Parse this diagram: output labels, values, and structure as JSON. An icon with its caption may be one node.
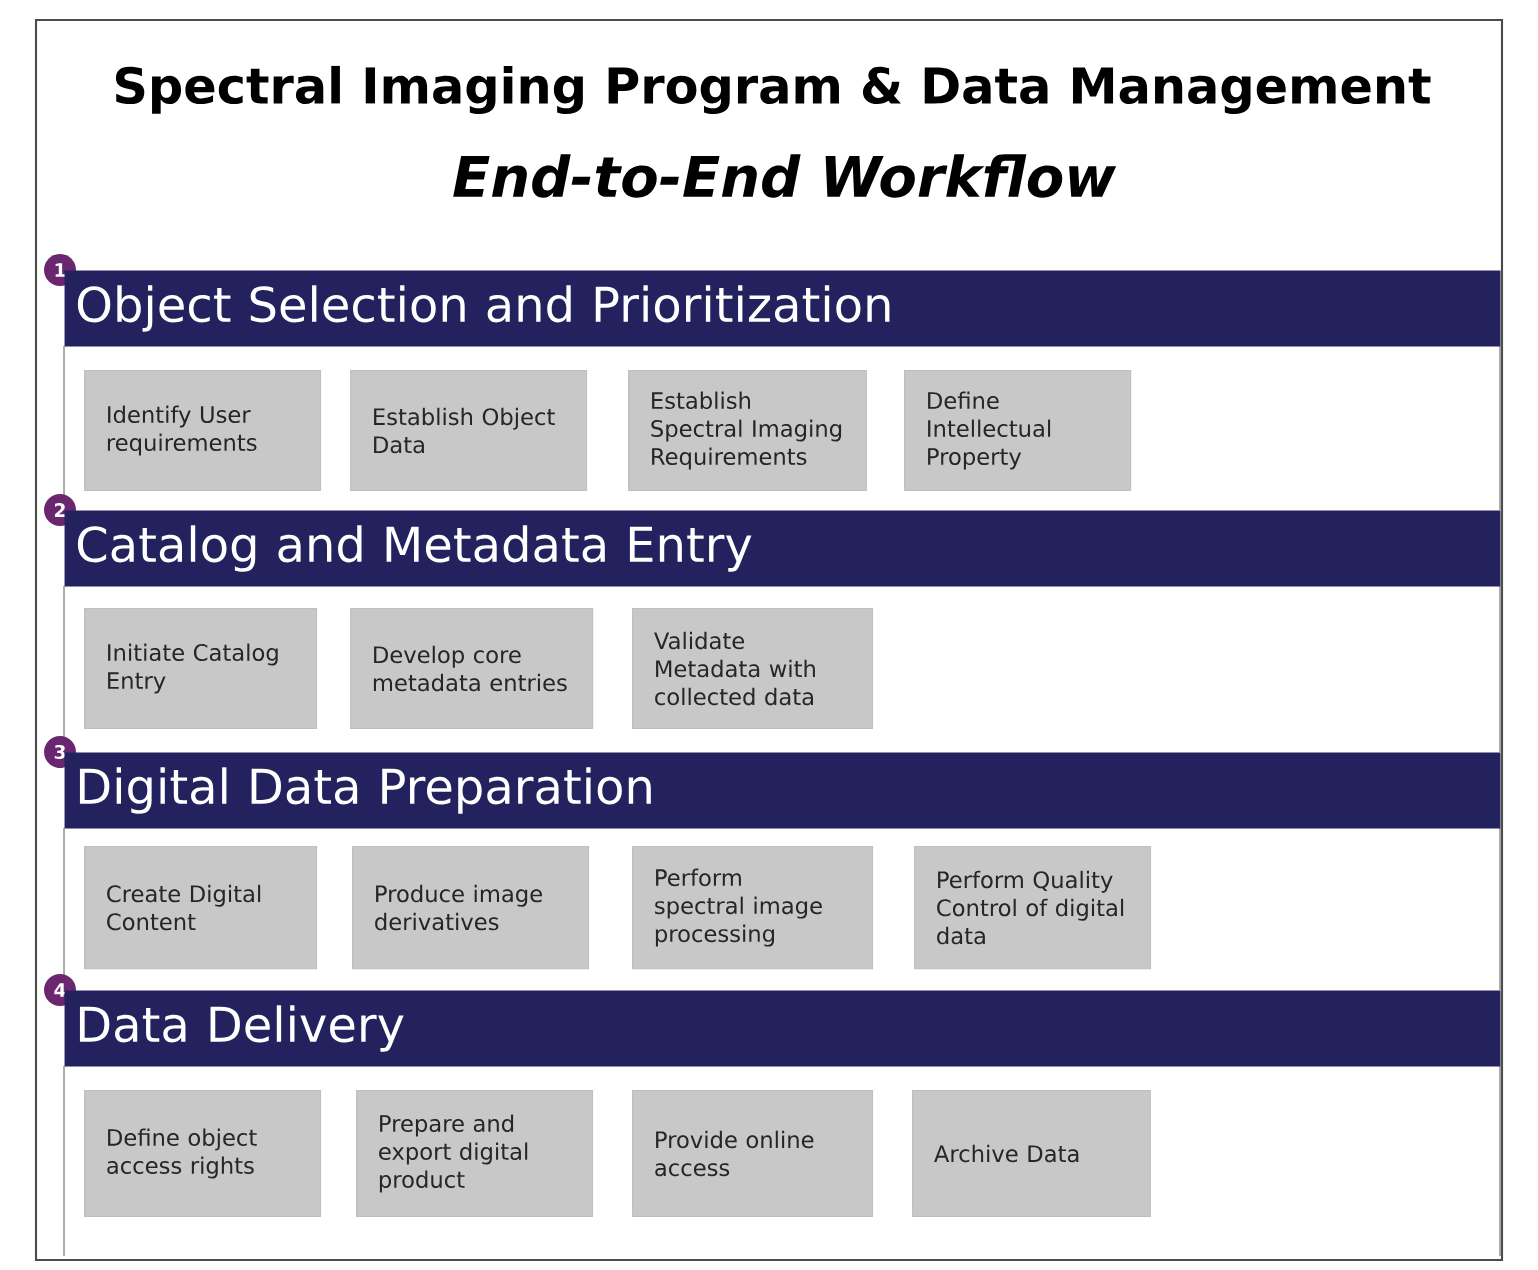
{
  "diagram": {
    "title": "Spectral Imaging Program & Data Management",
    "labels": [
      "End-to-End Workflow"
    ],
    "nodes": [
      {
        "text": [
          "1"
        ]
      },
      {
        "text": [
          "Object Selection and Prioritization"
        ]
      },
      {
        "text": [
          "Identify User requirements"
        ]
      },
      {
        "text": [
          "Establish Object Data"
        ]
      },
      {
        "text": [
          "Establish Spectral Imaging Requirements"
        ]
      },
      {
        "text": [
          "Define Intellectual Property"
        ]
      },
      {
        "text": [
          "2"
        ]
      },
      {
        "text": [
          "Catalog and Metadata Entry"
        ]
      },
      {
        "text": [
          "Initiate Catalog Entry"
        ]
      },
      {
        "text": [
          "Develop core metadata entries"
        ]
      },
      {
        "text": [
          "Validate Metadata with collected data"
        ]
      },
      {
        "text": [
          "3"
        ]
      },
      {
        "text": [
          "Digital Data Preparation"
        ]
      },
      {
        "text": [
          "Create Digital Content"
        ]
      },
      {
        "text": [
          "Produce image derivatives"
        ]
      },
      {
        "text": [
          "Perform spectral image processing"
        ]
      },
      {
        "text": [
          "Perform Quality Control of digital data"
        ]
      },
      {
        "text": [
          "4"
        ]
      },
      {
        "text": [
          "Data Delivery"
        ]
      },
      {
        "text": [
          "Define object access rights"
        ]
      },
      {
        "text": [
          "Prepare and export digital product"
        ]
      },
      {
        "text": [
          "Provide online access"
        ]
      },
      {
        "text": [
          "Archive Data"
        ]
      }
    ]
  }
}
